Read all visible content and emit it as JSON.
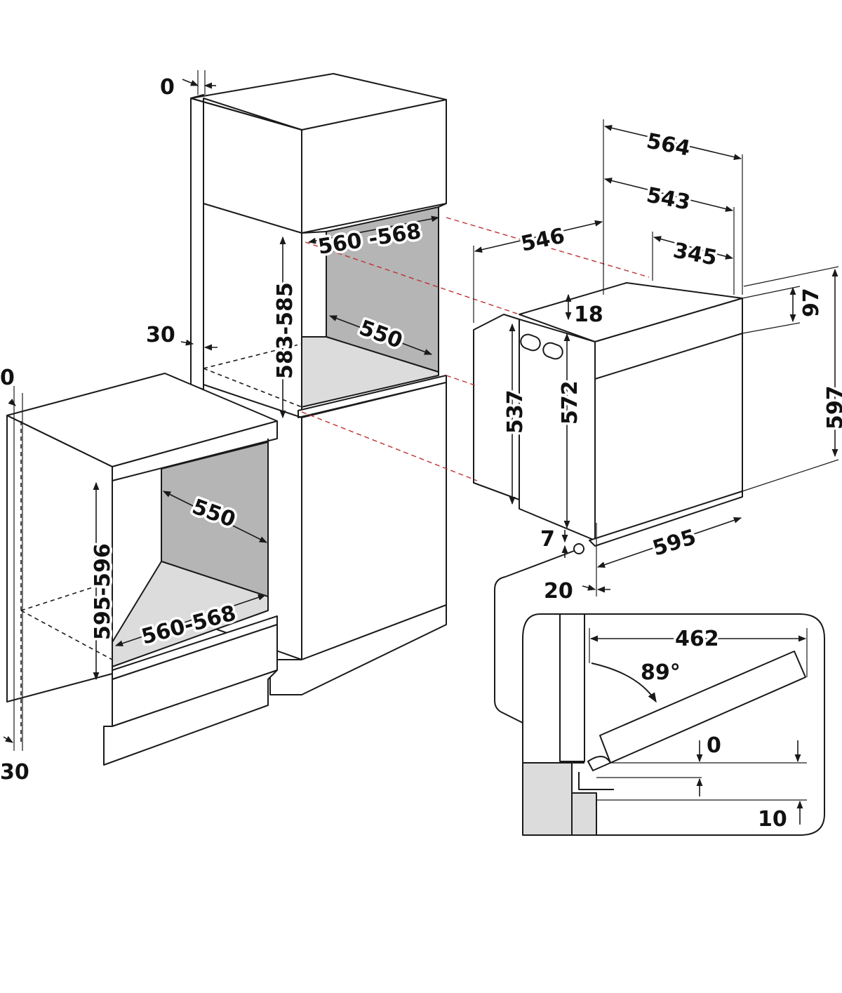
{
  "labels": {
    "tall_top_gap": "0",
    "tall_side_gap": "30",
    "tall_niche_width": "560 -568",
    "tall_niche_height": "583-585",
    "tall_niche_depth": "550",
    "base_top_gap": "0",
    "base_side_gap": "30",
    "base_niche_height": "595-596",
    "base_niche_depth": "550",
    "base_niche_width": "560-568",
    "oven_depth_total": "564",
    "oven_depth_543": "543",
    "oven_depth_546": "546",
    "oven_depth_345": "345",
    "oven_top_18": "18",
    "oven_height_97": "97",
    "oven_height_537": "537",
    "oven_height_572": "572",
    "oven_height_597": "597",
    "oven_width_595": "595",
    "oven_bottom_7": "7",
    "oven_front_20": "20",
    "door_depth_462": "462",
    "door_angle": "89°",
    "door_gap_0": "0",
    "door_gap_10": "10"
  }
}
